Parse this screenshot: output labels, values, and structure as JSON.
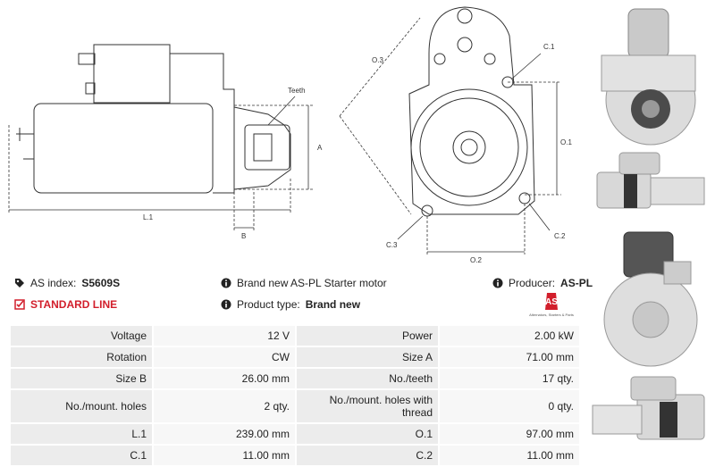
{
  "drawing_labels": {
    "teeth": "Teeth",
    "a": "A",
    "b": "B",
    "l1": "L.1",
    "o3": "O.3",
    "c1": "C.1",
    "o1": "O.1",
    "c3": "C.3",
    "c2": "C.2",
    "o2": "O.2"
  },
  "info": {
    "as_index_label": "AS index:",
    "as_index_value": "S5609S",
    "standard_line": "STANDARD LINE",
    "description": "Brand new AS-PL Starter motor",
    "product_type_label": "Product type:",
    "product_type_value": "Brand new",
    "producer_label": "Producer:",
    "producer_value": "AS-PL",
    "logo_mark": "AS",
    "logo_tagline": "Alternators, Starters & Parts"
  },
  "specs": [
    {
      "l1": "Voltage",
      "v1": "12 V",
      "l2": "Power",
      "v2": "2.00 kW"
    },
    {
      "l1": "Rotation",
      "v1": "CW",
      "l2": "Size A",
      "v2": "71.00 mm"
    },
    {
      "l1": "Size B",
      "v1": "26.00 mm",
      "l2": "No./teeth",
      "v2": "17 qty."
    },
    {
      "l1": "No./mount. holes",
      "v1": "2 qty.",
      "l2": "No./mount. holes with thread",
      "v2": "0 qty."
    },
    {
      "l1": "L.1",
      "v1": "239.00 mm",
      "l2": "O.1",
      "v2": "97.00 mm"
    },
    {
      "l1": "C.1",
      "v1": "11.00 mm",
      "l2": "C.2",
      "v2": "11.00 mm"
    }
  ],
  "colors": {
    "brand_red": "#d21e2b",
    "label_bg": "#ececec",
    "value_bg": "#f7f7f7"
  }
}
